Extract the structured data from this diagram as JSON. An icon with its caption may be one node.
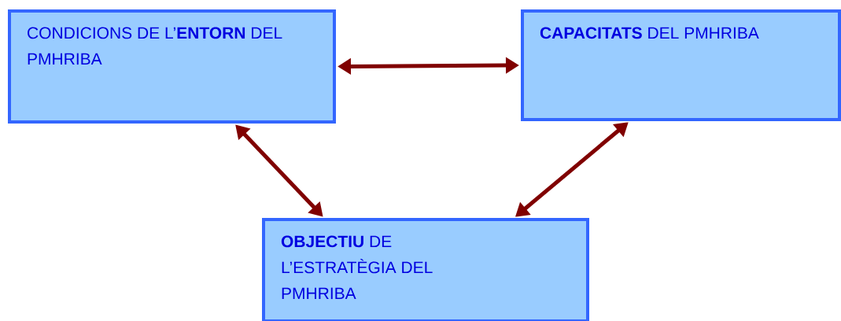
{
  "diagram": {
    "nodes": [
      {
        "text": [
          "CONDICIONS DE L’**ENTORN** DEL PMHRIBA"
        ]
      },
      {
        "text": [
          "**CAPACITATS** DEL PMHRIBA"
        ]
      },
      {
        "text": [
          "**OBJECTIU** DE L’ESTRATÈGIA DEL PMHRIBA"
        ]
      }
    ],
    "edges": [
      {
        "from": 0,
        "to": 1,
        "arrow": "both"
      },
      {
        "from": 0,
        "to": 2,
        "arrow": "both"
      },
      {
        "from": 1,
        "to": 2,
        "arrow": "both"
      }
    ]
  }
}
